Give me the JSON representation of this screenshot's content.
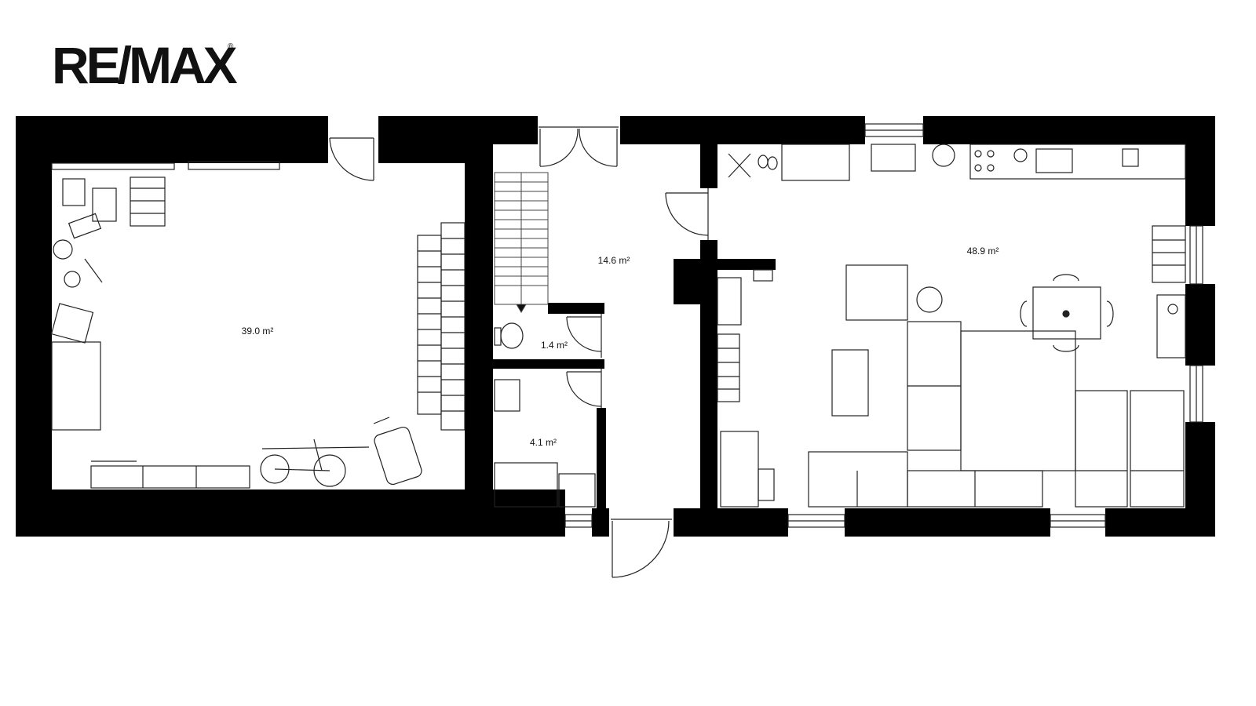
{
  "logo": {
    "text": "RE/MAX",
    "mark": "®"
  },
  "rooms": [
    {
      "id": "garage",
      "area": "39.0 m²"
    },
    {
      "id": "hall",
      "area": "14.6 m²"
    },
    {
      "id": "wc",
      "area": "1.4 m²"
    },
    {
      "id": "bathroom",
      "area": "4.1 m²"
    },
    {
      "id": "living",
      "area": "48.9 m²"
    }
  ],
  "colors": {
    "wall": "#000000",
    "line": "#222222",
    "background": "#ffffff"
  }
}
